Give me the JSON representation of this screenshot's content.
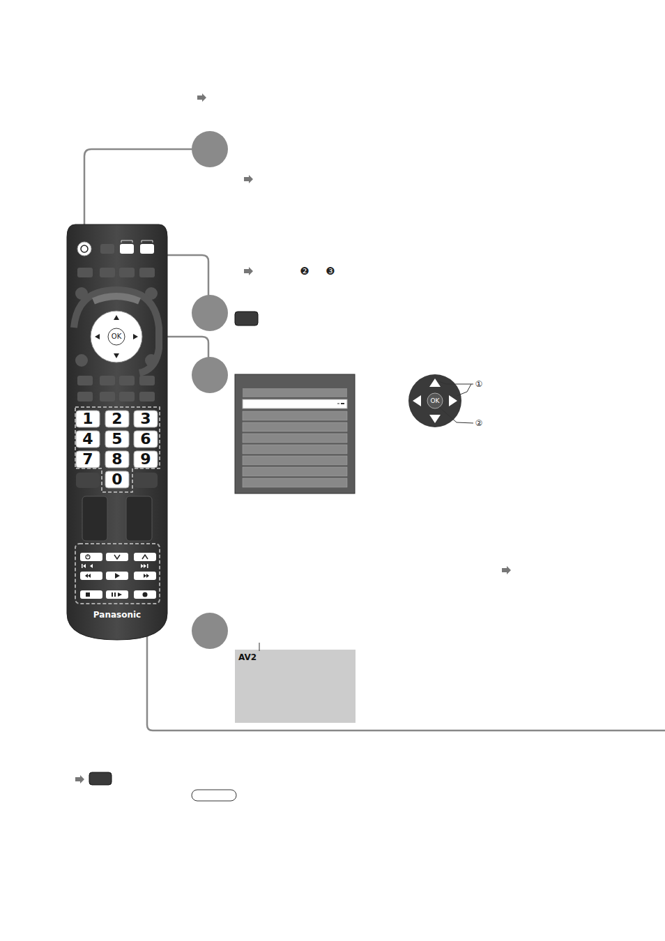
{
  "diagram": {
    "labels": [
      "❷",
      "❸",
      "OK",
      "1",
      "2",
      "3",
      "4",
      "5",
      "6",
      "7",
      "8",
      "9",
      "0",
      "Panasonic",
      "OK",
      "①",
      "②",
      "AV2"
    ]
  }
}
